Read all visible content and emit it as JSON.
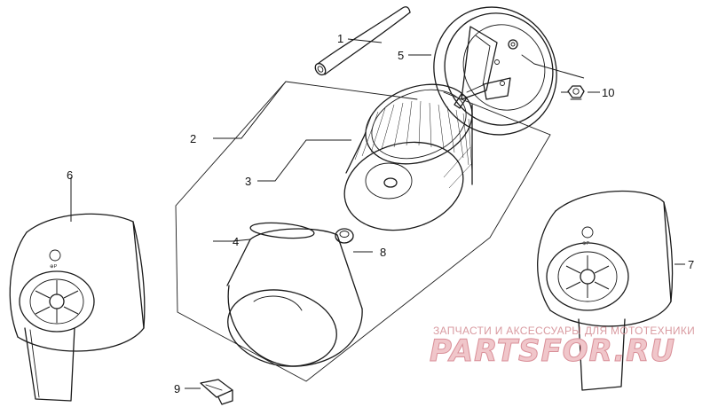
{
  "callouts": [
    {
      "num": "1"
    },
    {
      "num": "2"
    },
    {
      "num": "3"
    },
    {
      "num": "4"
    },
    {
      "num": "5"
    },
    {
      "num": "6"
    },
    {
      "num": "7"
    },
    {
      "num": "8"
    },
    {
      "num": "9"
    },
    {
      "num": "10"
    }
  ],
  "housing_markings": {
    "fan_housing_left": "⊕P",
    "fan_housing_right": "⊕P"
  },
  "watermark": {
    "caption": "ЗАПЧАСТИ И АКСЕССУАРЫ ДЛЯ МОТОТЕХНИКИ",
    "brand": "PARTSFOR.RU",
    "colors": {
      "caption": "#d99aa0",
      "brand_fill": "#f0c6ca",
      "brand_stroke": "#d98f98"
    }
  },
  "line_color": "#1a1a1a"
}
